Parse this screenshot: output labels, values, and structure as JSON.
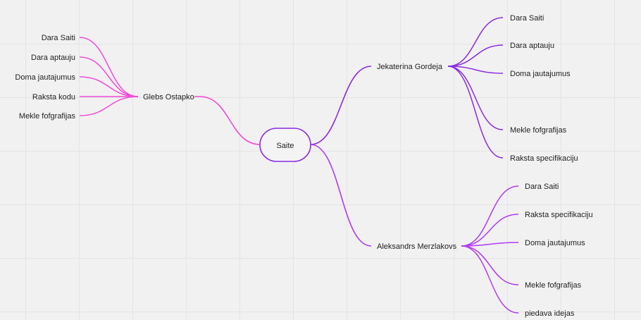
{
  "colors": {
    "background": "#f1f1f1",
    "pink_branch": "#f04bd8",
    "purple_branch": "#8a2be2",
    "violet_branch": "#b13bf0",
    "root_border": "#8a2be2"
  },
  "root": {
    "label": "Saite"
  },
  "branches": [
    {
      "id": "left",
      "label": "Glebs Ostapko",
      "children": [
        "Dara Saiti",
        "Dara aptauju",
        "Doma jautajumus",
        "Raksta kodu",
        "Mekle fofgrafijas"
      ]
    },
    {
      "id": "top-right",
      "label": "Jekaterina Gordeja",
      "children": [
        "Dara Saiti",
        "Dara aptauju",
        "Doma jautajumus",
        "Mekle fofgrafijas",
        "Raksta specifikaciju"
      ]
    },
    {
      "id": "bottom-right",
      "label": "Aleksandrs Merzlakovs",
      "children": [
        "Dara Saiti",
        "Raksta specifikaciju",
        "Doma jautajumus",
        "Mekle fofgrafijas",
        "piedava idejas"
      ]
    }
  ]
}
